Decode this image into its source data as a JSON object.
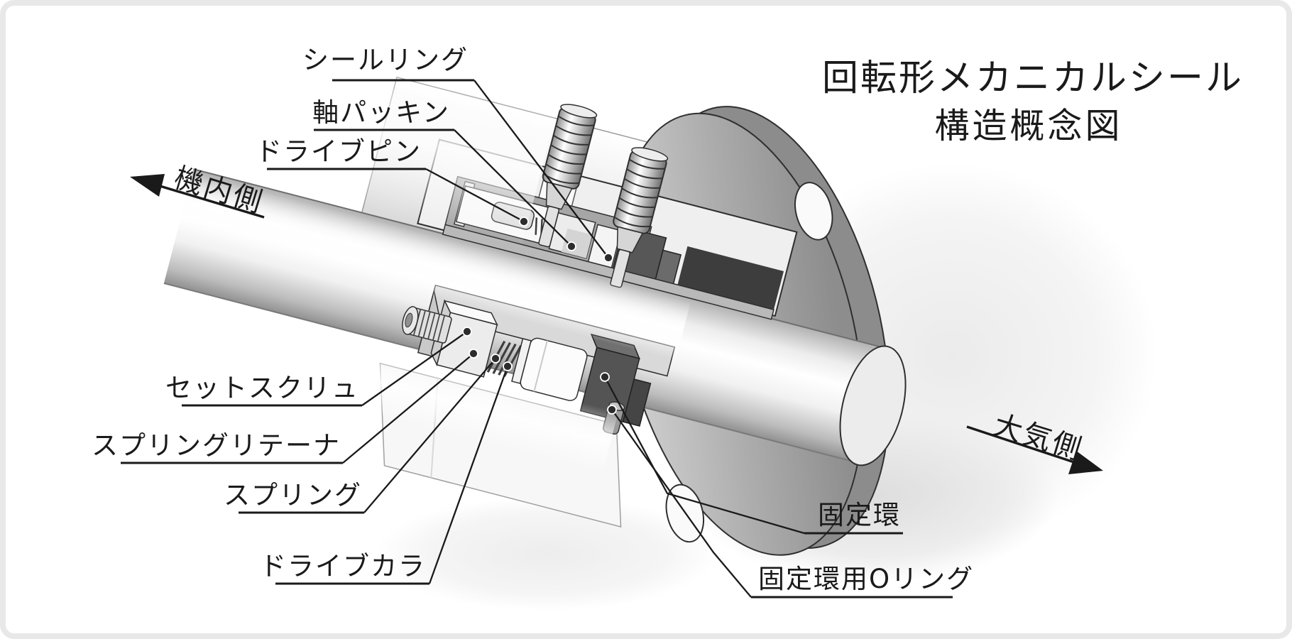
{
  "title": {
    "line1": "回転形メカニカルシール",
    "line2": "構造概念図"
  },
  "annotations": {
    "seal_ring": "シールリング",
    "shaft_packing": "軸パッキン",
    "drive_pin": "ドライブピン",
    "set_screw": "セットスクリュ",
    "spring_retainer": "スプリングリテーナ",
    "spring": "スプリング",
    "drive_collar": "ドライブカラ",
    "stationary_ring": "固定環",
    "stationary_ring_o_ring": "固定環用Oリング"
  },
  "flow_labels": {
    "machine_side": "機内側",
    "atmosphere_side": "大気側"
  },
  "colors": {
    "ink": "#1a1a1a",
    "frame_border": "#e8e8e8",
    "paper": "#ffffff",
    "metal_light": "#f4f4f4",
    "metal_mid": "#b5b5b5",
    "metal_dark": "#8c8c8c",
    "part_dark": "#545454"
  }
}
